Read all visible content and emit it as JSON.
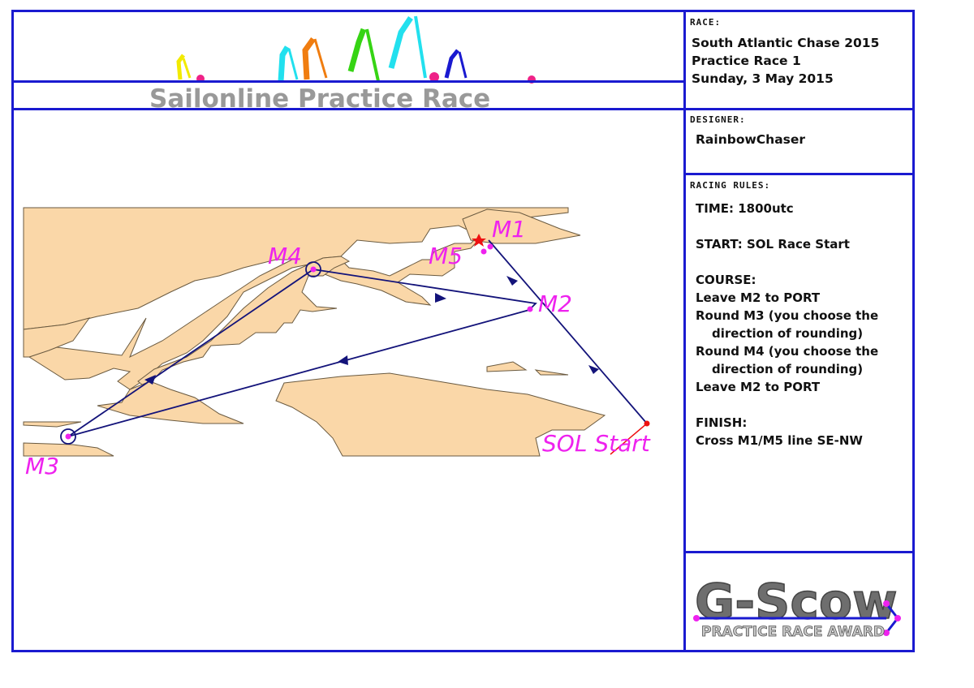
{
  "banner": {
    "title": "Sailonline Practice Race"
  },
  "race": {
    "header": "RACE:",
    "lines": [
      "South Atlantic Chase 2015",
      "Practice Race 1",
      "Sunday, 3 May 2015"
    ]
  },
  "designer": {
    "header": "DESIGNER:",
    "name": "RainbowChaser"
  },
  "rules": {
    "header": "RACING RULES:",
    "time": "TIME: 1800utc",
    "start": "START:  SOL Race Start",
    "course_header": "COURSE:",
    "course": [
      "Leave M2 to PORT",
      "Round M3 (you choose the",
      "direction of rounding)",
      "Round M4 (you choose the",
      "direction of rounding)",
      "Leave M2 to PORT"
    ],
    "finish_header": "FINISH:",
    "finish": "Cross M1/M5 line SE-NW"
  },
  "award": {
    "title": "G-Scow",
    "subtitle": "PRACTICE RACE AWARD"
  },
  "marks": {
    "m1": "M1",
    "m2": "M2",
    "m3": "M3",
    "m4": "M4",
    "m5": "M5",
    "start": "SOL Start"
  },
  "colors": {
    "frame": "#1a1ad0",
    "land": "#fad7a8",
    "course": "#13137a",
    "mark": "#ee22ee",
    "start": "#ee1111"
  }
}
